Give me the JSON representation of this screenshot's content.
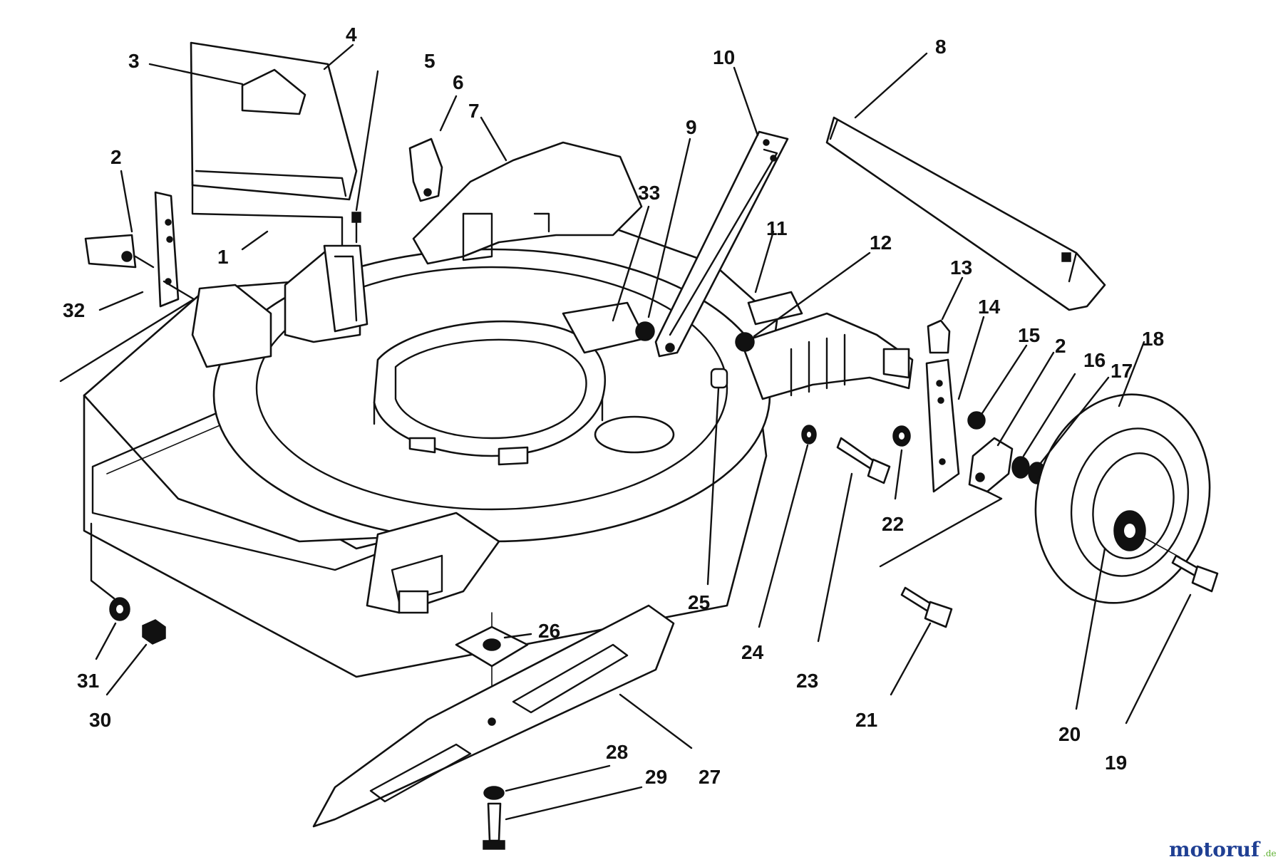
{
  "parts": {
    "p1": "1",
    "p2a": "2",
    "p2b": "2",
    "p3": "3",
    "p4": "4",
    "p5": "5",
    "p6": "6",
    "p7": "7",
    "p8": "8",
    "p9": "9",
    "p10": "10",
    "p11": "11",
    "p12": "12",
    "p13": "13",
    "p14": "14",
    "p15": "15",
    "p16": "16",
    "p17": "17",
    "p18": "18",
    "p19": "19",
    "p20": "20",
    "p21": "21",
    "p22": "22",
    "p23": "23",
    "p24": "24",
    "p25": "25",
    "p26": "26",
    "p27": "27",
    "p28": "28",
    "p29": "29",
    "p30": "30",
    "p31": "31",
    "p32": "32",
    "p33": "33"
  },
  "watermark": {
    "brand": "motoruf",
    "tld": ".de"
  },
  "colors": {
    "ink": "#111111",
    "paper": "#ffffff",
    "brand_blue": "#1f3f93",
    "brand_green": "#5fb232"
  }
}
